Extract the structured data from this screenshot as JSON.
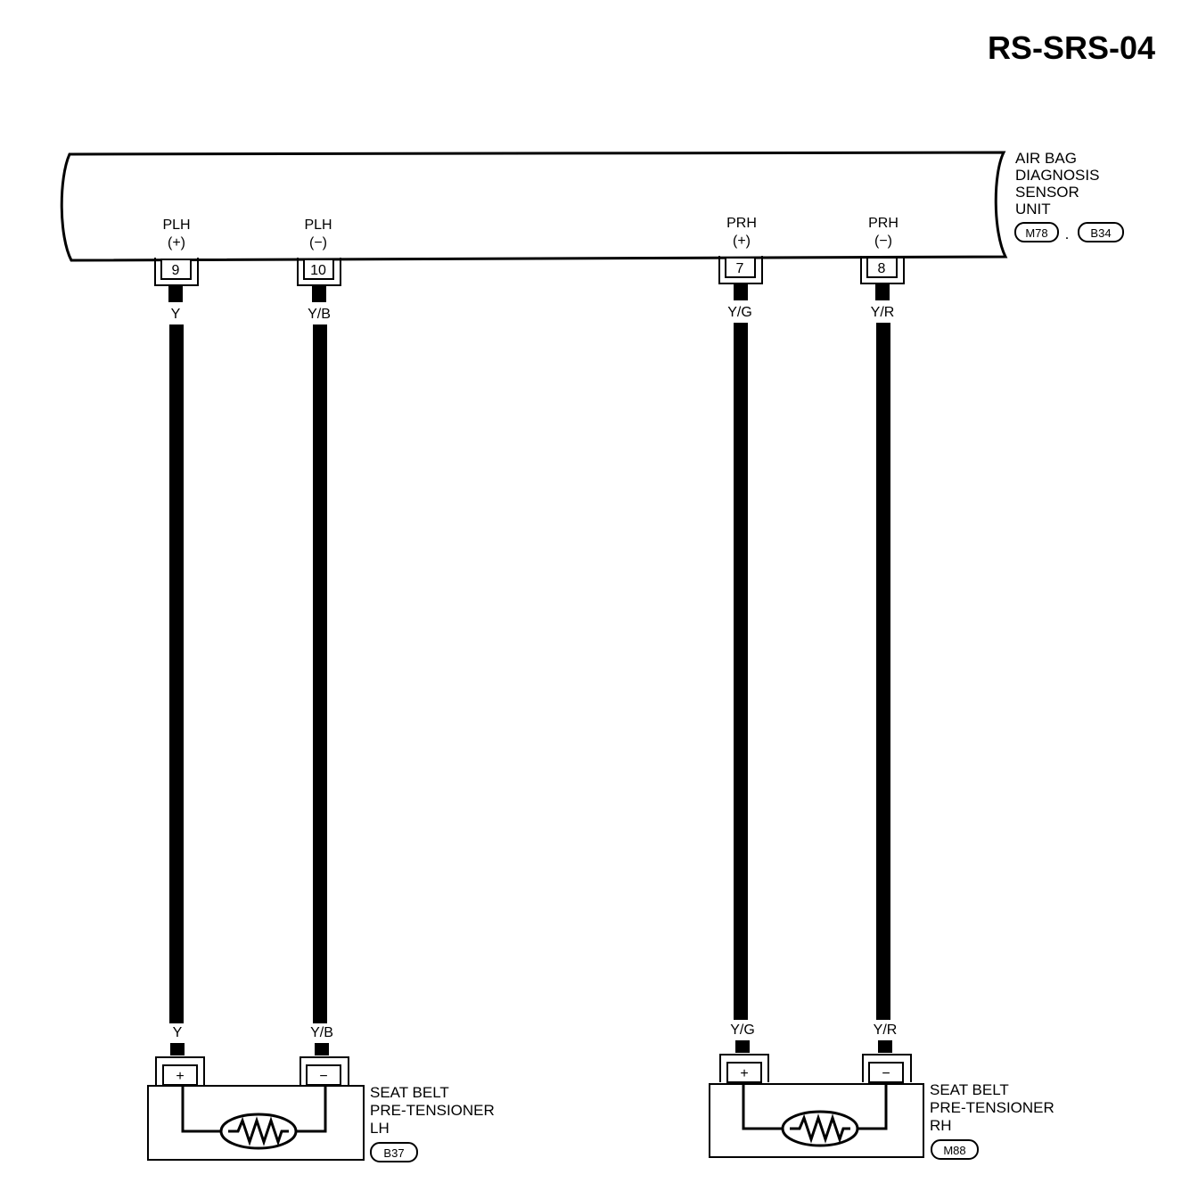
{
  "page_id": "RS-SRS-04",
  "sensor_unit": {
    "name_lines": [
      "AIR BAG",
      "DIAGNOSIS",
      "SENSOR",
      "UNIT"
    ],
    "connectors": [
      "M78",
      "B34"
    ],
    "connector_separator": "."
  },
  "terminals": [
    {
      "name": "PLH",
      "polarity": "(+)",
      "pin": "9",
      "wire_color": "Y"
    },
    {
      "name": "PLH",
      "polarity": "(−)",
      "pin": "10",
      "wire_color": "Y/B"
    },
    {
      "name": "PRH",
      "polarity": "(+)",
      "pin": "7",
      "wire_color": "Y/G"
    },
    {
      "name": "PRH",
      "polarity": "(−)",
      "pin": "8",
      "wire_color": "Y/R"
    }
  ],
  "pretensioners": [
    {
      "name_lines": [
        "SEAT BELT",
        "PRE-TENSIONER",
        "LH"
      ],
      "connector": "B37",
      "plus": "+",
      "minus": "−",
      "wire_plus": "Y",
      "wire_minus": "Y/B"
    },
    {
      "name_lines": [
        "SEAT BELT",
        "PRE-TENSIONER",
        "RH"
      ],
      "connector": "M88",
      "plus": "+",
      "minus": "−",
      "wire_plus": "Y/G",
      "wire_minus": "Y/R"
    }
  ]
}
